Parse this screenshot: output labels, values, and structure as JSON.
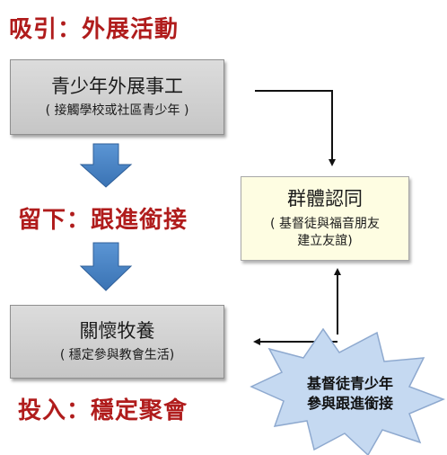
{
  "headings": {
    "attract": "吸引：外展活動",
    "stay": "留下：跟進銜接",
    "invest": "投入：穩定聚會"
  },
  "boxes": {
    "outreach": {
      "title": "青少年外展事工",
      "sub": "( 接觸學校或社區青少年 )"
    },
    "group": {
      "title": "群體認同",
      "sub_line1": "( 基督徒與福音朋友",
      "sub_line2": "建立友誼)"
    },
    "care": {
      "title": "關懷牧養",
      "sub": "( 穩定參與教會生活)"
    }
  },
  "burst": {
    "line1": "基督徒青少年",
    "line2": "參與跟進銜接"
  },
  "colors": {
    "heading": "#b01c1c",
    "arrow_blue": "#4a86c8",
    "burst_fill": "#c5d9f1"
  }
}
